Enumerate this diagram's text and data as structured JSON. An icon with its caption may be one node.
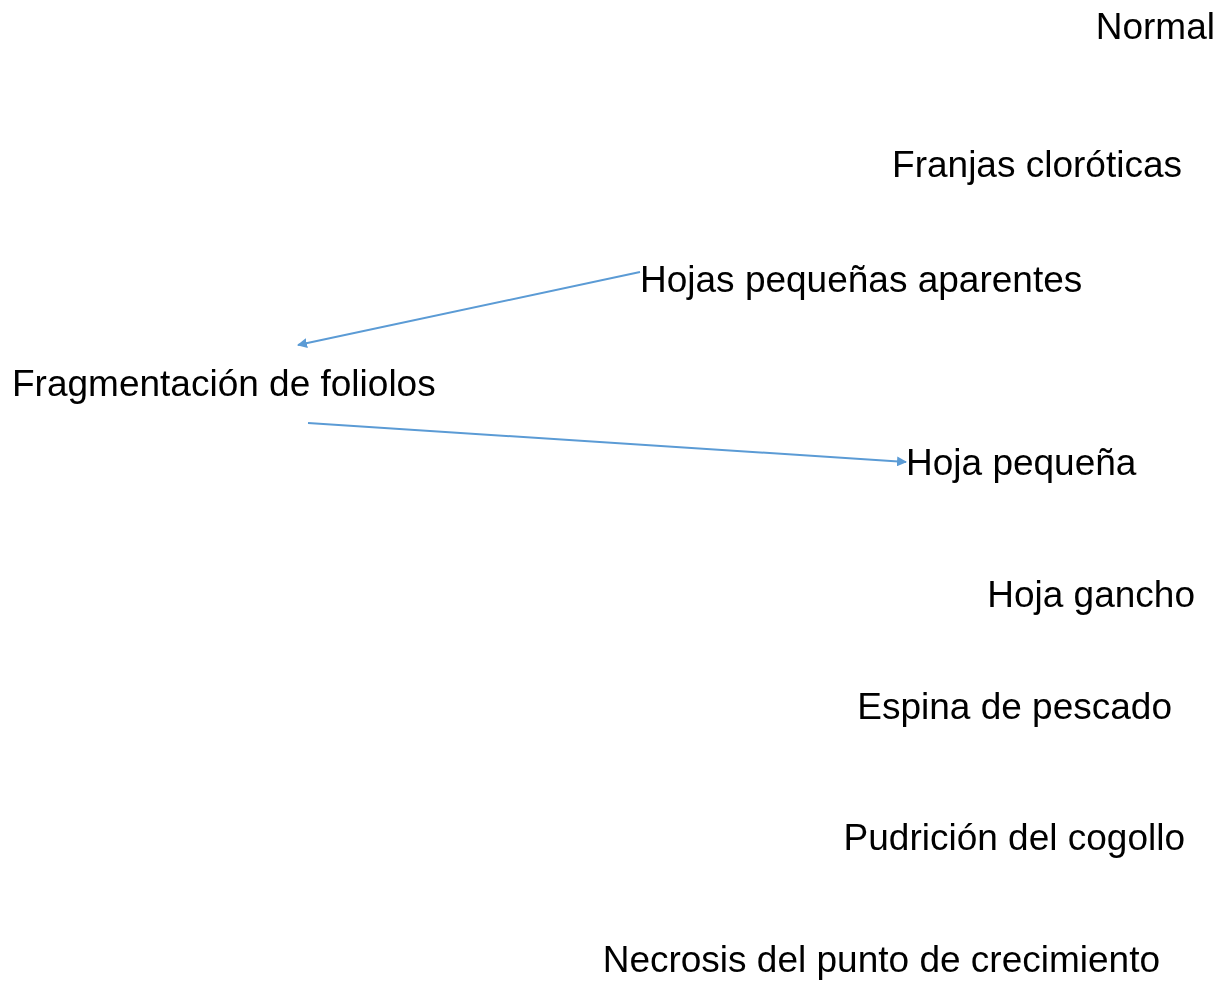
{
  "diagram": {
    "nodes": [
      {
        "text": [
          "Hojas pequeñas aparentes"
        ]
      },
      {
        "text": [
          "Fragmentación de foliolos"
        ]
      },
      {
        "text": [
          "Hoja pequeña"
        ]
      }
    ],
    "edges": [
      {
        "from": 0,
        "to": 1,
        "arrow": "to"
      },
      {
        "from": 1,
        "to": 2,
        "arrow": "to"
      }
    ],
    "labels": [
      "Normal",
      "Franjas cloróticas",
      "Espina de pescado",
      "Hoja gancho",
      "Pudrición del cogollo",
      "Necrosis del punto de crecimiento"
    ]
  }
}
